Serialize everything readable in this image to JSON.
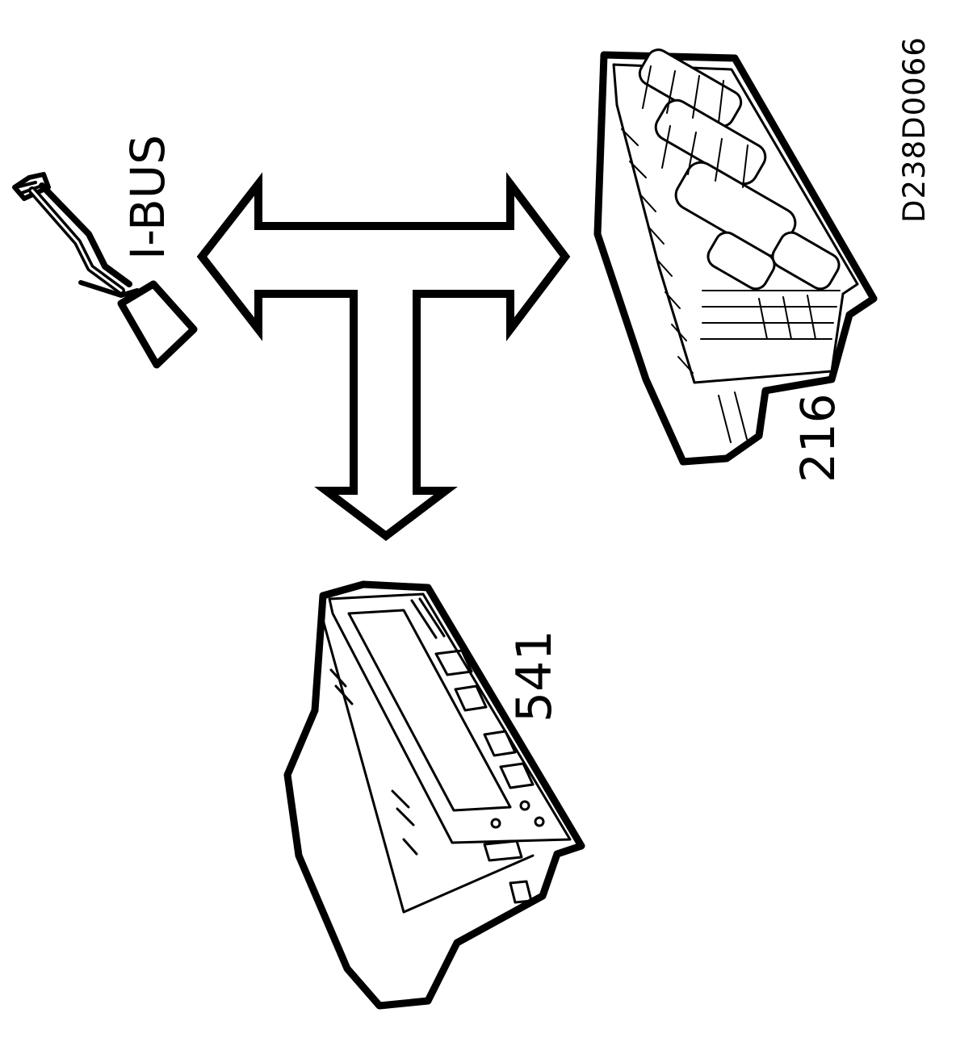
{
  "labels": {
    "bus": "I-BUS",
    "unit_upper": "216",
    "unit_lower": "541",
    "figure_code": "D238D0066"
  },
  "icons": {
    "connector": "i-bus-connector-icon",
    "arrow": "t-junction-arrow-icon",
    "upper_unit": "switch-panel-module-icon",
    "lower_unit": "display-control-module-icon"
  },
  "colors": {
    "line": "#000000",
    "background": "#ffffff"
  }
}
